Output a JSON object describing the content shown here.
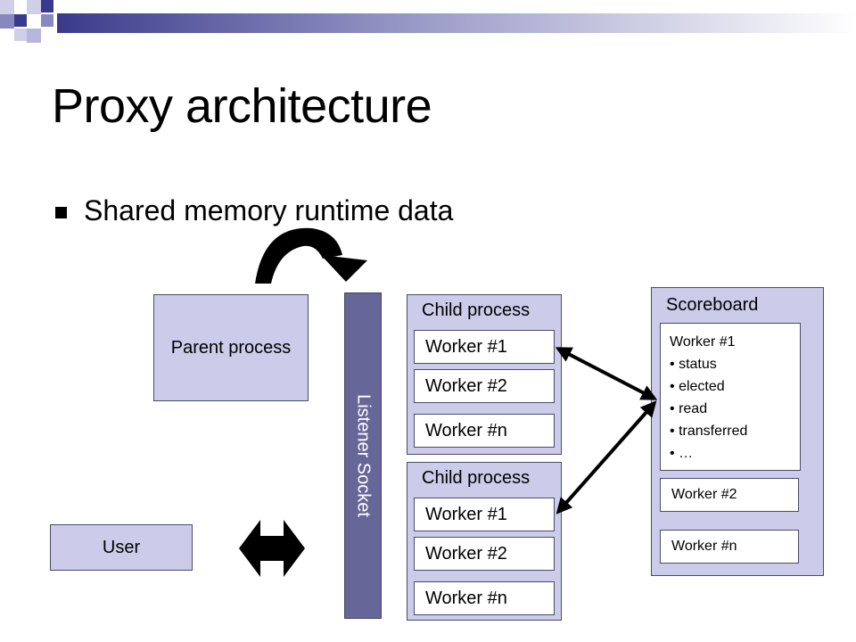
{
  "title": "Proxy architecture",
  "bullet": "Shared memory runtime data",
  "parent_process": "Parent process",
  "user": "User",
  "listener_socket": "Listener Socket",
  "child_processes": [
    {
      "label": "Child process",
      "workers": [
        "Worker #1",
        "Worker #2",
        "Worker #n"
      ]
    },
    {
      "label": "Child process",
      "workers": [
        "Worker #1",
        "Worker #2",
        "Worker #n"
      ]
    }
  ],
  "scoreboard": {
    "label": "Scoreboard",
    "worker1": {
      "title": "Worker #1",
      "fields": [
        "status",
        "elected",
        "read",
        "transferred",
        "…"
      ]
    },
    "worker2": "Worker #2",
    "workern": "Worker #n"
  },
  "bullet_char": "•",
  "colors": {
    "box_fill": "#ccccea",
    "listener_fill": "#666699",
    "border": "#4a4a6a"
  }
}
